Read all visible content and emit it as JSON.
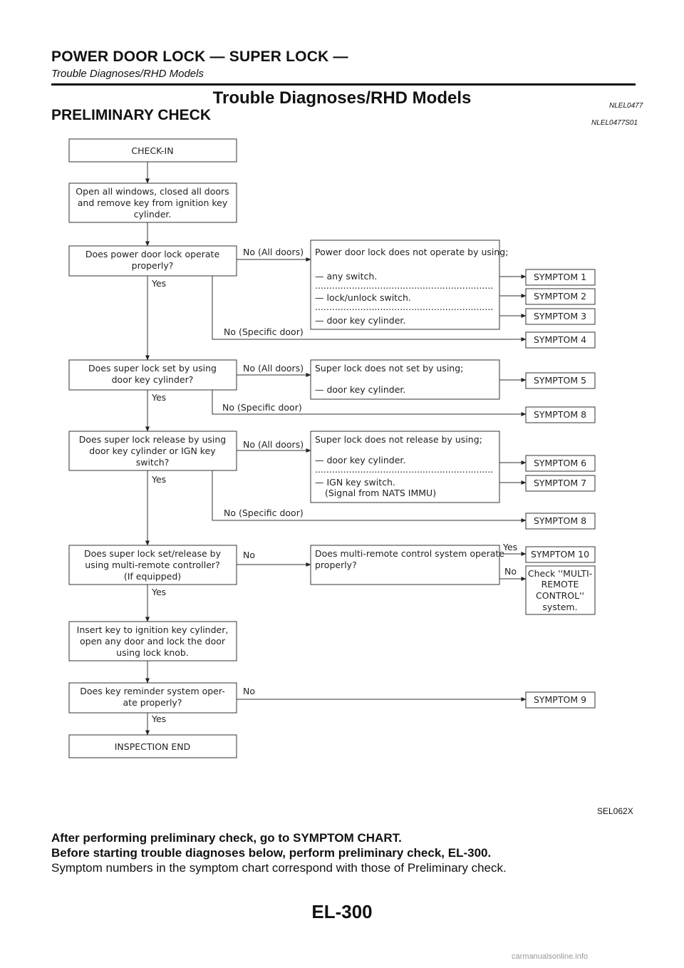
{
  "header": {
    "title": "POWER DOOR LOCK — SUPER LOCK —",
    "subtitle": "Trouble Diagnoses/RHD Models"
  },
  "section": {
    "title": "Trouble Diagnoses/RHD Models",
    "code": "NLEL0477",
    "heading": "PRELIMINARY CHECK",
    "heading_code": "NLEL0477S01"
  },
  "flowchart": {
    "steps": [
      {
        "lines": [
          "CHECK-IN"
        ]
      },
      {
        "lines": [
          "Open all windows, closed all doors",
          "and remove key from ignition key",
          "cylinder."
        ]
      },
      {
        "lines": [
          "Does power door lock operate",
          "properly?"
        ]
      },
      {
        "lines": [
          "Does super lock set by using",
          "door key cylinder?"
        ]
      },
      {
        "lines": [
          "Does super lock release by using",
          "door key cylinder or IGN key",
          "switch?"
        ]
      },
      {
        "lines": [
          "Does super lock set/release by",
          "using multi-remote controller?",
          "(If equipped)"
        ]
      },
      {
        "lines": [
          "Insert key to ignition key cylinder,",
          "open any door and lock the door",
          "using lock knob."
        ]
      },
      {
        "lines": [
          "Does key reminder system oper-",
          "ate properly?"
        ]
      },
      {
        "lines": [
          "INSPECTION END"
        ]
      }
    ],
    "details": [
      {
        "lines": [
          "Power door lock does not operate by using;",
          "— any switch.",
          "— lock/unlock switch.",
          "— door key cylinder."
        ]
      },
      {
        "lines": [
          "Super lock does not set by using;",
          "— door key cylinder."
        ]
      },
      {
        "lines": [
          "Super lock does not release by using;",
          "— door key cylinder.",
          "— IGN key switch.",
          "(Signal from NATS IMMU)"
        ]
      },
      {
        "lines": [
          "Does multi-remote control system operate",
          "properly?"
        ]
      }
    ],
    "symptoms": [
      "SYMPTOM 1",
      "SYMPTOM 2",
      "SYMPTOM 3",
      "SYMPTOM 4",
      "SYMPTOM 5",
      "SYMPTOM 8",
      "SYMPTOM 6",
      "SYMPTOM 7",
      "SYMPTOM 8",
      "SYMPTOM 10",
      "SYMPTOM 9"
    ],
    "check_box": [
      "Check ''MULTI-",
      "REMOTE",
      "CONTROL''",
      "system."
    ],
    "labels": {
      "yes": "Yes",
      "no": "No",
      "no_all": "No (All doors)",
      "no_specific": "No (Specific door)"
    },
    "dotted": "..............................................................."
  },
  "figure_id": "SEL062X",
  "paragraphs": [
    "After performing preliminary check, go to SYMPTOM CHART.",
    "Before starting trouble diagnoses below, perform preliminary check, EL-300.",
    "Symptom numbers in the symptom chart correspond with those of Preliminary check."
  ],
  "page_number": "EL-300",
  "watermark": "carmanualsonline.info"
}
